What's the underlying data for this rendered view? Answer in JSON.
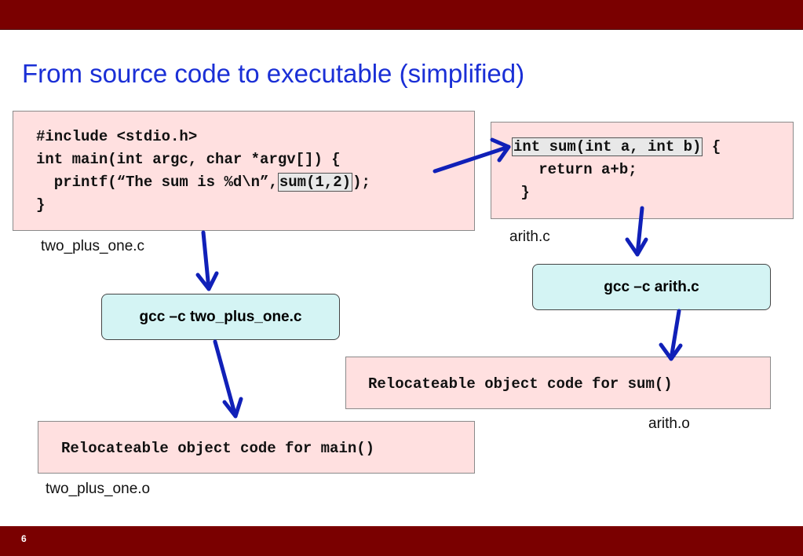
{
  "slide": {
    "title": "From source code to executable (simplified)",
    "page_number": "6"
  },
  "source_main": {
    "filename": "two_plus_one.c",
    "line1": "#include <stdio.h>",
    "line2": "int main(int argc, char *argv[]) {",
    "line3_pre": "  printf(“The sum is %d\\n”,",
    "line3_call": "sum(1,2)",
    "line3_post": ");",
    "line4": "}"
  },
  "source_arith": {
    "filename": "arith.c",
    "line1_sig": "int sum(int a, int b)",
    "line1_post": " {",
    "line2": "   return a+b;",
    "line3": " }"
  },
  "compile_main": {
    "command": "gcc –c two_plus_one.c"
  },
  "compile_arith": {
    "command": "gcc –c arith.c"
  },
  "object_main": {
    "text": "Relocateable object code for main()",
    "filename": "two_plus_one.o"
  },
  "object_arith": {
    "text": "Relocateable object code for sum()",
    "filename": "arith.o"
  },
  "colors": {
    "bar": "#7a0000",
    "title": "#1a2fd6",
    "code_box": "#ffe0e0",
    "command_box": "#d4f4f4",
    "arrow": "#1020b8"
  }
}
